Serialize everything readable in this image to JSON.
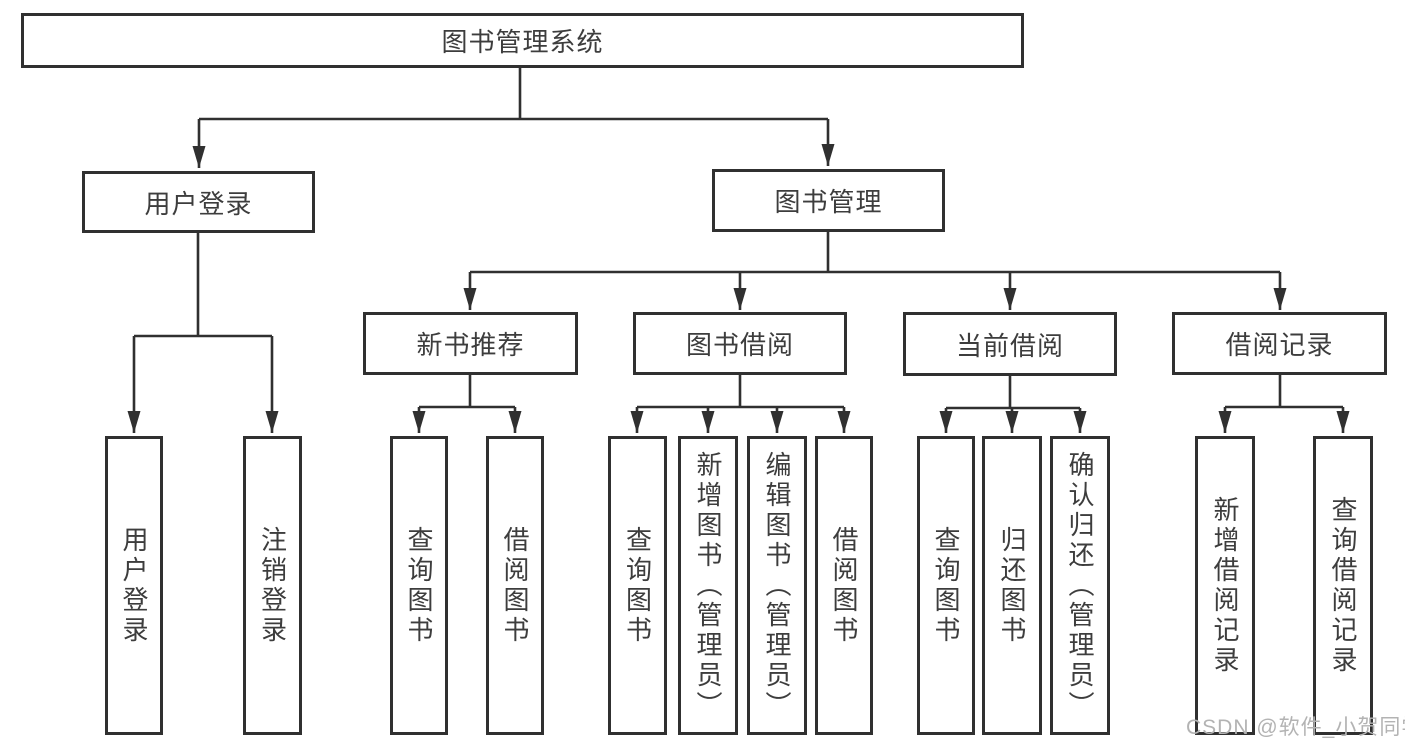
{
  "root": {
    "label": "图书管理系统"
  },
  "nodes": {
    "user_login": {
      "label": "用户登录"
    },
    "book_mgmt": {
      "label": "图书管理"
    },
    "new_books": {
      "label": "新书推荐"
    },
    "book_borrow": {
      "label": "图书借阅"
    },
    "current_borrow": {
      "label": "当前借阅"
    },
    "borrow_records": {
      "label": "借阅记录"
    }
  },
  "leaves": {
    "user_login": [
      "用户登录",
      "注销登录"
    ],
    "new_books": [
      "查询图书",
      "借阅图书"
    ],
    "book_borrow": [
      "查询图书",
      "新增图书（管理员）",
      "编辑图书（管理员）",
      "借阅图书"
    ],
    "current_borrow": [
      "查询图书",
      "归还图书",
      "确认归还（管理员）"
    ],
    "borrow_records": [
      "新增借阅记录",
      "查询借阅记录"
    ]
  },
  "watermark": {
    "label": "CSDN @软件_小贺同学"
  },
  "colors": {
    "line": "#303030",
    "text": "#3d3d3d",
    "background": "#ffffff",
    "watermark": "#b3b3b3"
  }
}
